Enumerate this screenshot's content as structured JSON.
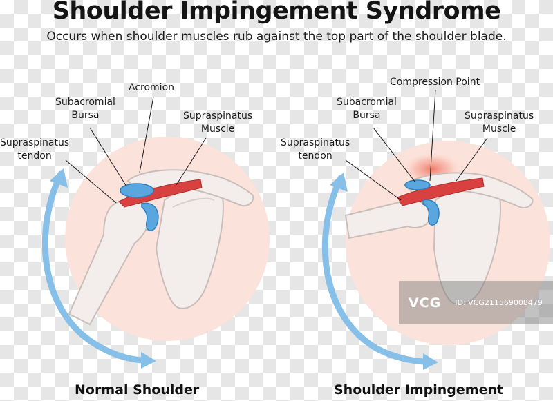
{
  "header": {
    "title": "Shoulder Impingement Syndrome",
    "subtitle": "Occurs when shoulder muscles rub against the top part of the shoulder blade."
  },
  "left_panel": {
    "caption": "Normal Shoulder",
    "labels": {
      "acromion": "Acromion",
      "subacromial_bursa_1": "Subacromial",
      "subacromial_bursa_2": "Bursa",
      "supraspinatus_muscle_1": "Supraspinatus",
      "supraspinatus_muscle_2": "Muscle",
      "supraspinatus_tendon_1": "Supraspinatus",
      "supraspinatus_tendon_2": "tendon"
    }
  },
  "right_panel": {
    "caption": "Shoulder Impingement",
    "labels": {
      "compression_point": "Compression Point",
      "subacromial_bursa_1": "Subacromial",
      "subacromial_bursa_2": "Bursa",
      "supraspinatus_muscle_1": "Supraspinatus",
      "supraspinatus_muscle_2": "Muscle",
      "supraspinatus_tendon_1": "Supraspinatus",
      "supraspinatus_tendon_2": "tendon"
    }
  },
  "watermark": {
    "logo": "VCG",
    "id": "ID: VCG211569008479"
  },
  "colors": {
    "circle": "#fbe3db",
    "bone": "#f3eeec",
    "bone_outline": "#c9bdb9",
    "muscle": "#d8413f",
    "bursa": "#5aa7e0",
    "arrow": "#86bfe8",
    "inflammation": "#f08a7a"
  }
}
